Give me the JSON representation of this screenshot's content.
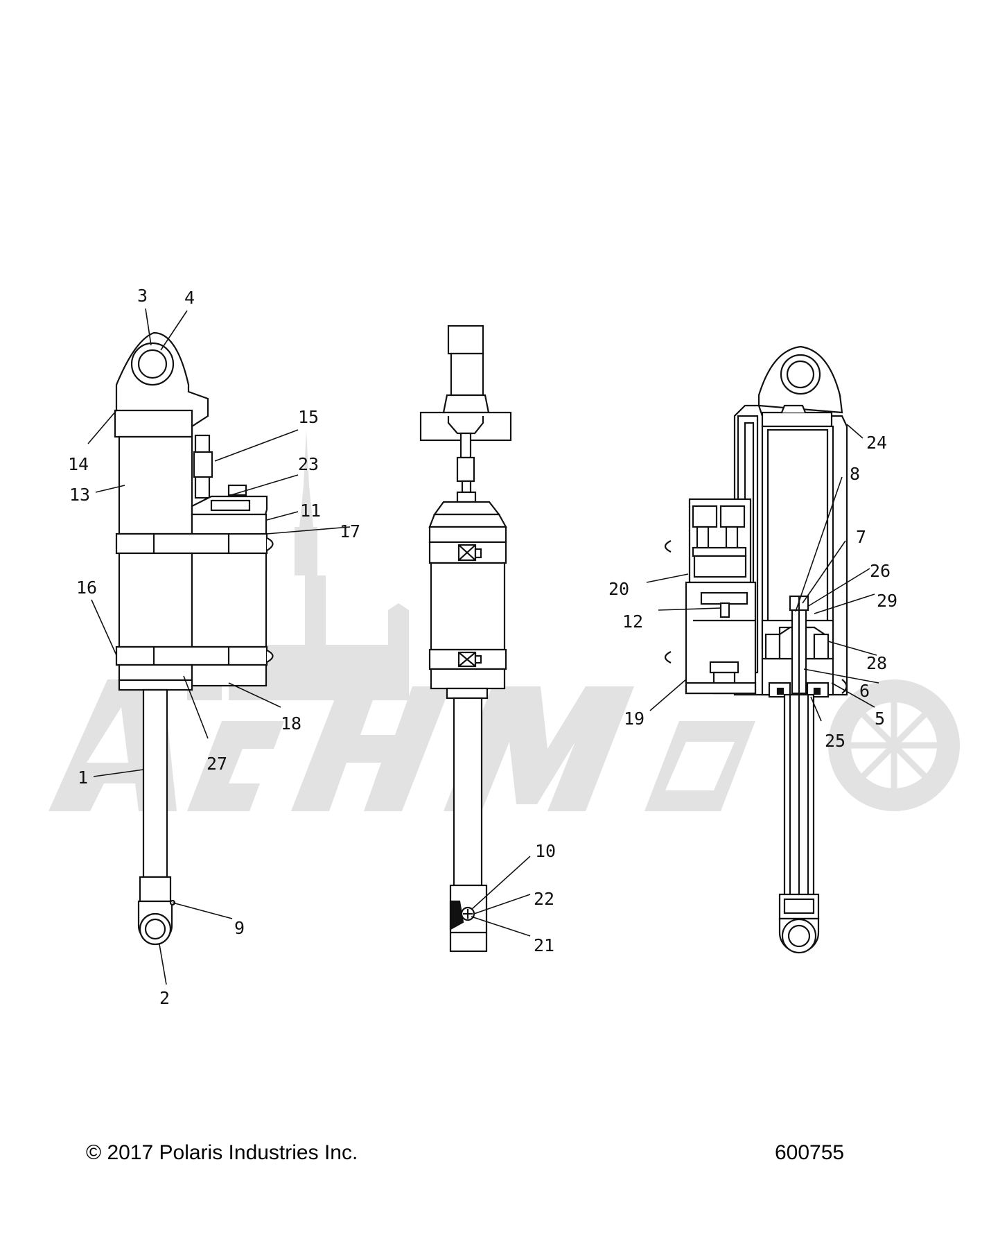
{
  "footer": {
    "copyright": "© 2017 Polaris Industries Inc.",
    "diagram_number": "600755"
  },
  "watermark": {
    "text": "AchMoto",
    "color": "#d9d9d9"
  },
  "callouts": {
    "c1": "1",
    "c2": "2",
    "c3": "3",
    "c4": "4",
    "c5": "5",
    "c6": "6",
    "c7": "7",
    "c8": "8",
    "c9": "9",
    "c10": "10",
    "c11": "11",
    "c12": "12",
    "c13": "13",
    "c14": "14",
    "c15": "15",
    "c16": "16",
    "c17": "17",
    "c18": "18",
    "c19": "19",
    "c20": "20",
    "c21": "21",
    "c22": "22",
    "c23": "23",
    "c24": "24",
    "c25": "25",
    "c26": "26",
    "c27": "27",
    "c28": "28",
    "c29": "29"
  },
  "colors": {
    "line": "#111111",
    "watermark": "#d9d9d9"
  }
}
